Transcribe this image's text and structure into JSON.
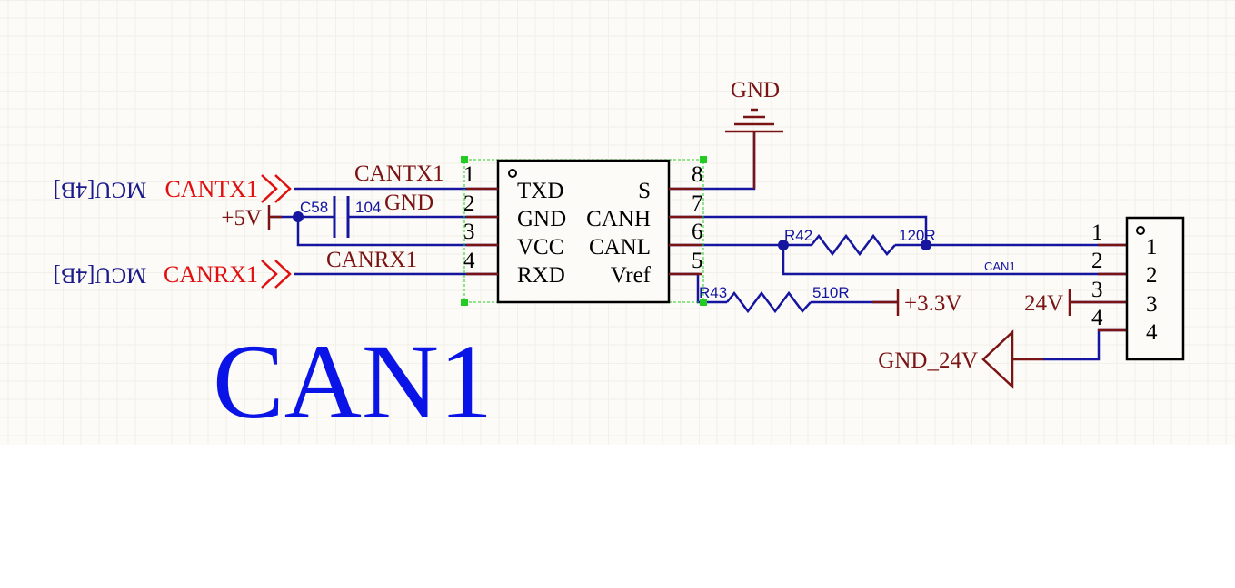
{
  "colors": {
    "sheet": "#fcfbf7",
    "grid": "#e9e6dc",
    "wire": "#1515a0",
    "power": "#7a1414",
    "port": "#e01010",
    "ref": "#1a1a8c",
    "body": "#000000",
    "title": "#0a14e6",
    "selection": "#22cc22"
  },
  "title": "CAN1",
  "ic": {
    "left_pins": [
      {
        "num": "1",
        "name": "TXD"
      },
      {
        "num": "2",
        "name": "GND"
      },
      {
        "num": "3",
        "name": "VCC"
      },
      {
        "num": "4",
        "name": "RXD"
      }
    ],
    "right_pins": [
      {
        "num": "8",
        "name": "S"
      },
      {
        "num": "7",
        "name": "CANH"
      },
      {
        "num": "6",
        "name": "CANL"
      },
      {
        "num": "5",
        "name": "Vref"
      }
    ]
  },
  "ports": {
    "cantx": {
      "name": "CANTX1",
      "ref": "MCU[4B]"
    },
    "canrx": {
      "name": "CANRX1",
      "ref": "MCU[4B]"
    }
  },
  "nets": {
    "cantx": "CANTX1",
    "canrx": "CANRX1",
    "gnd_pin2": "GND",
    "can1": "CAN1"
  },
  "power": {
    "p5v": "+5V",
    "gnd_top": "GND",
    "p33v": "+3.3V",
    "p24v": "24V",
    "gnd24": "GND_24V"
  },
  "parts": {
    "c58": {
      "ref": "C58",
      "value": "104"
    },
    "r42": {
      "ref": "R42",
      "value": "120R"
    },
    "r43": {
      "ref": "R43",
      "value": "510R"
    }
  },
  "connector": {
    "outer_pins": [
      "1",
      "2",
      "3",
      "4"
    ],
    "inner_pins": [
      "1",
      "2",
      "3",
      "4"
    ]
  }
}
